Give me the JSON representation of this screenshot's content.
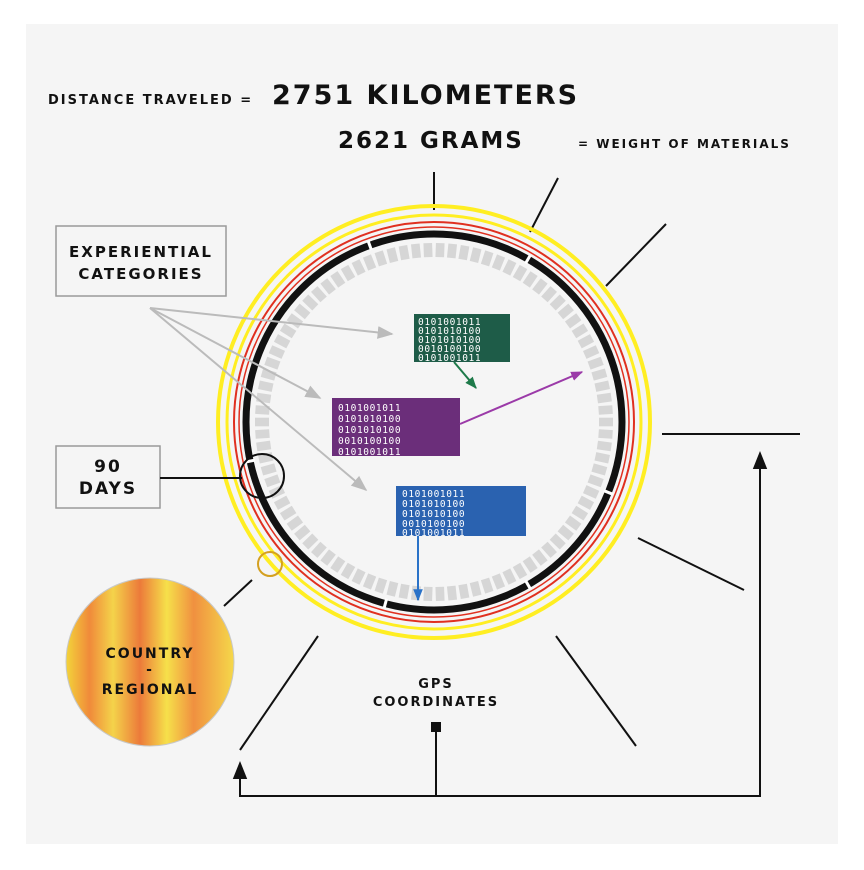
{
  "header": {
    "distance_prefix": "DISTANCE TRAVELED =",
    "distance_value": "2751 KILOMETERS",
    "weight_value": "2621 GRAMS",
    "weight_suffix": "= WEIGHT OF MATERIALS"
  },
  "labels": {
    "experiential_line1": "EXPERIENTIAL",
    "experiential_line2": "CATEGORIES",
    "days_line1": "90",
    "days_line2": "DAYS",
    "country_line1": "COUNTRY",
    "country_line2": "-",
    "country_line3": "REGIONAL",
    "gps_line1": "GPS",
    "gps_line2": "COORDINATES"
  },
  "boxes": [
    {
      "name": "green",
      "color": "#1e5c48",
      "arrow_color": "#1e7a4a",
      "rows": [
        "0101001011",
        "0101010100",
        "0101010100",
        "0010100100",
        "0101001011"
      ]
    },
    {
      "name": "purple",
      "color": "#6b2e7a",
      "arrow_color": "#9b3aa8",
      "rows": [
        "0101001011",
        "0101010100",
        "0101010100",
        "0010100100",
        "0101001011"
      ]
    },
    {
      "name": "blue",
      "color": "#2a62b0",
      "arrow_color": "#2a72c8",
      "rows": [
        "0101001011",
        "0101010100",
        "0101010100",
        "0010100100",
        "0101001011"
      ]
    }
  ],
  "colors": {
    "yellow_ring": "#ffee22",
    "red_ring": "#e03020",
    "black_ring": "#111111",
    "day_segment": "#d6d6d6"
  },
  "diagram": {
    "day_segments": 90
  }
}
